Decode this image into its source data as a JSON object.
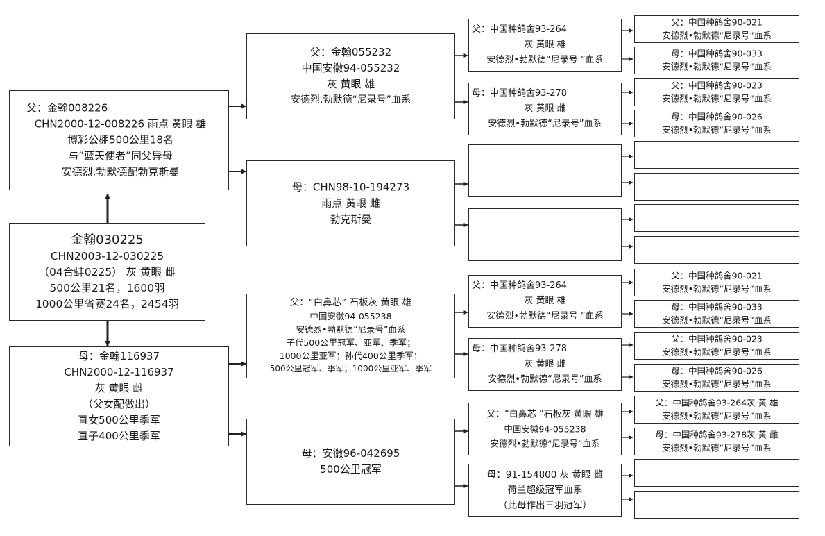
{
  "subject": {
    "lines": [
      "金翰030225",
      "CHN2003-12-030225",
      "（04合蚌0225） 灰 黄眼 雌",
      "500公里21名，1600羽",
      "1000公里省赛24名，2454羽"
    ]
  },
  "sire": {
    "lines": [
      "父：金翰008226",
      "CHN2000-12-008226 雨点 黄眼 雄",
      "博彩公棚500公里18名",
      "与”蓝天使者”同父异母",
      "安德烈.勃默德配勃克斯曼"
    ]
  },
  "dam": {
    "lines": [
      "母：金翰116937",
      "CHN2000-12-116937",
      "灰 黄眼 雌",
      "（父女配做出）",
      "直女500公里季军",
      "直子400公里季军"
    ]
  },
  "ss": {
    "lines": [
      "父：金翰055232",
      "中国安徽94-055232",
      "灰 黄眼 雄",
      "安德烈.勃默德“尼录号”血系"
    ]
  },
  "sd": {
    "lines": [
      "母：CHN98-10-194273",
      "雨点 黄眼 雌",
      "勃克斯曼"
    ]
  },
  "ds": {
    "lines": [
      "父：“白鼻芯”  石板灰 黄眼 雄",
      "中国安徽94-055238",
      "安德烈•勃默德“尼录号”血系",
      "子代500公里冠军、亚军、季军；",
      "1000公里亚军；孙代400公里季军；",
      "500公里冠军、季军；1000公里亚军、季军"
    ]
  },
  "dd": {
    "lines": [
      "母：安徽96-042695",
      "500公里冠军"
    ]
  },
  "g3": [
    {
      "lines": [
        "父：中国种鸽舍93-264",
        "灰 黄眼 雄",
        "安德烈•勃默德“尼录号 ”血系"
      ]
    },
    {
      "lines": [
        "母：中国种鸽舍93-278",
        "灰 黄眼 雌",
        "安德烈•勃默德“尼录号”血系"
      ]
    },
    {
      "lines": []
    },
    {
      "lines": []
    },
    {
      "lines": [
        "父：中国种鸽舍93-264",
        "灰 黄眼 雄",
        "安德烈•勃默德“尼录号 ”血系"
      ]
    },
    {
      "lines": [
        "母：中国种鸽舍93-278",
        "灰 黄眼 雌",
        "安德烈•勃默德“尼录号”血系"
      ]
    },
    {
      "lines": [
        "父：“白鼻芯 ”石板灰 黄眼 雄",
        "中国安徽94-055238",
        "安德烈•勃默德“尼录号”血系"
      ]
    },
    {
      "lines": [
        "母：91-154800 灰 黄眼 雌",
        "荷兰超级冠军血系",
        "（此母作出三羽冠军）"
      ]
    }
  ],
  "g4": [
    {
      "lines": [
        "父：中国种鸽舍90-021",
        "安德烈•勃默德“尼录号”血系"
      ]
    },
    {
      "lines": [
        "母：中国种鸽舍90-033",
        "安德烈•勃默德“尼录号”血系"
      ]
    },
    {
      "lines": [
        "父：中国种鸽舍90-023",
        "安德烈•勃默德“尼录号”血系"
      ]
    },
    {
      "lines": [
        "母：中国种鸽舍90-026",
        "安德烈•勃默德“尼录号”血系"
      ]
    },
    {
      "lines": []
    },
    {
      "lines": []
    },
    {
      "lines": []
    },
    {
      "lines": []
    },
    {
      "lines": [
        "父：中国种鸽舍90-021",
        "安德烈•勃默德“尼录号”血系"
      ]
    },
    {
      "lines": [
        "母：中国种鸽舍90-033",
        "安德烈•勃默德“尼录号”血系"
      ]
    },
    {
      "lines": [
        "父：中国种鸽舍90-023",
        "安德烈•勃默德“尼录号”血系"
      ]
    },
    {
      "lines": [
        "母：中国种鸽舍90-026",
        "安德烈•勃默德“尼录号”血系"
      ]
    },
    {
      "lines": [
        "父：中国种鸽舍93-264灰 黄 雄",
        "安德烈•勃默德“尼录号”血系"
      ]
    },
    {
      "lines": [
        "母：中国种鸽舍93-278灰 黄 雌",
        "安德烈•勃默德“尼录号”血系"
      ]
    },
    {
      "lines": []
    },
    {
      "lines": []
    }
  ]
}
